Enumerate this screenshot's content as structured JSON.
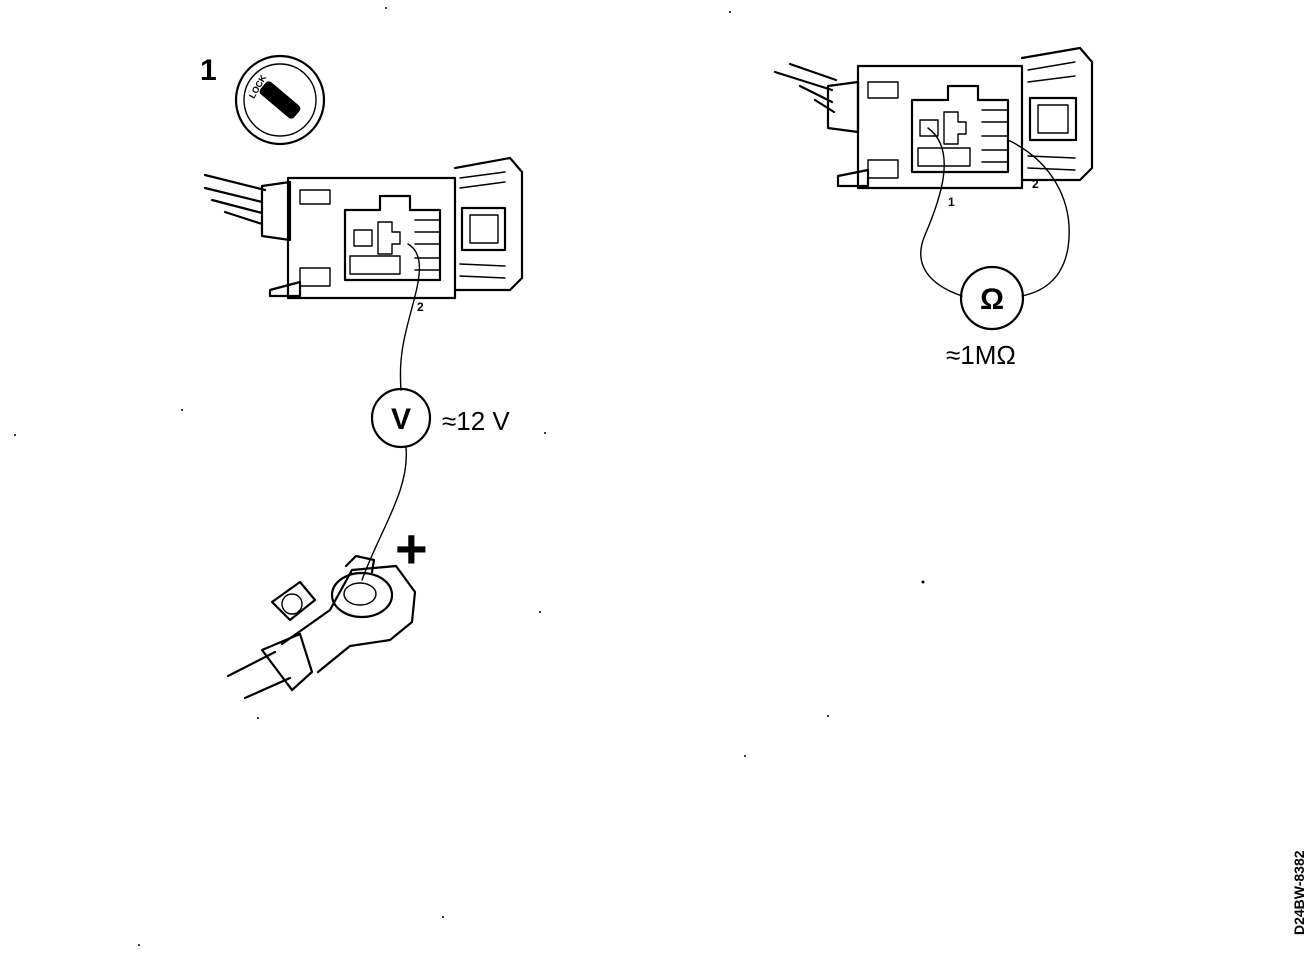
{
  "step_number": "1",
  "ignition_lock_label": "LOCK",
  "left_connector": {
    "pin_label": "2"
  },
  "voltmeter": {
    "symbol": "V",
    "reading": "≈12 V"
  },
  "battery_terminal": {
    "polarity": "+"
  },
  "right_connector": {
    "pin_1_label": "1",
    "pin_2_label": "2"
  },
  "ohmmeter": {
    "symbol": "Ω",
    "reading": "≈1MΩ"
  },
  "figure_code": "D24BW-8382",
  "icons": {
    "ignition": "ignition-lock-icon",
    "connector": "connector-icon",
    "battery_terminal": "battery-terminal-icon"
  }
}
